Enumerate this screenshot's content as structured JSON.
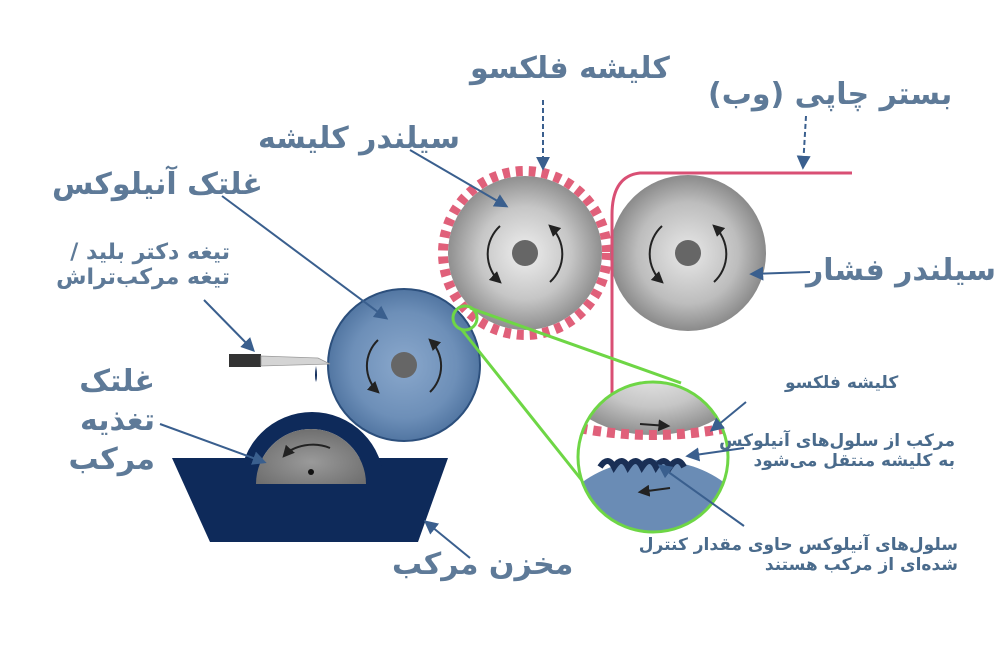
{
  "labels": {
    "flexo_plate_top": "کلیشه فلکسو",
    "printing_web": "بستر چاپی (وب)",
    "plate_cylinder": "سیلندر کلیشه",
    "anilox_roller": "غلتک آنیلوکس",
    "doctor_blade_line1": "تیغه دکتر بلید /",
    "doctor_blade_line2": "تیغه مرکب‌تراش",
    "impression_cylinder": "سیلندر فشار",
    "fountain_line1": "غلتک",
    "fountain_line2": "تغذیه",
    "fountain_line3": "مرکب",
    "ink_reservoir": "مخزن مرکب",
    "zoom_flexo_plate": "کلیشه فلکسو",
    "ink_transfer_line1": "مرکب از سلول‌های آنیلوکس",
    "ink_transfer_line2": "به کلیشه منتقل می‌شود",
    "anilox_cells_line1": "سلول‌های آنیلوکس حاوی مقدار کنترل",
    "anilox_cells_line2": "شده‌ای از مرکب هستند"
  },
  "colors": {
    "label_text": "#5e7a98",
    "arrow": "#3a5f8e",
    "plate_pink": "#e0607a",
    "web_line": "#d94f74",
    "zoom_green": "#6ed645",
    "anilox_blue": "#6a8cb5",
    "reservoir_navy": "#0e2a5a",
    "cylinder_gray": "#b3b3b3"
  }
}
